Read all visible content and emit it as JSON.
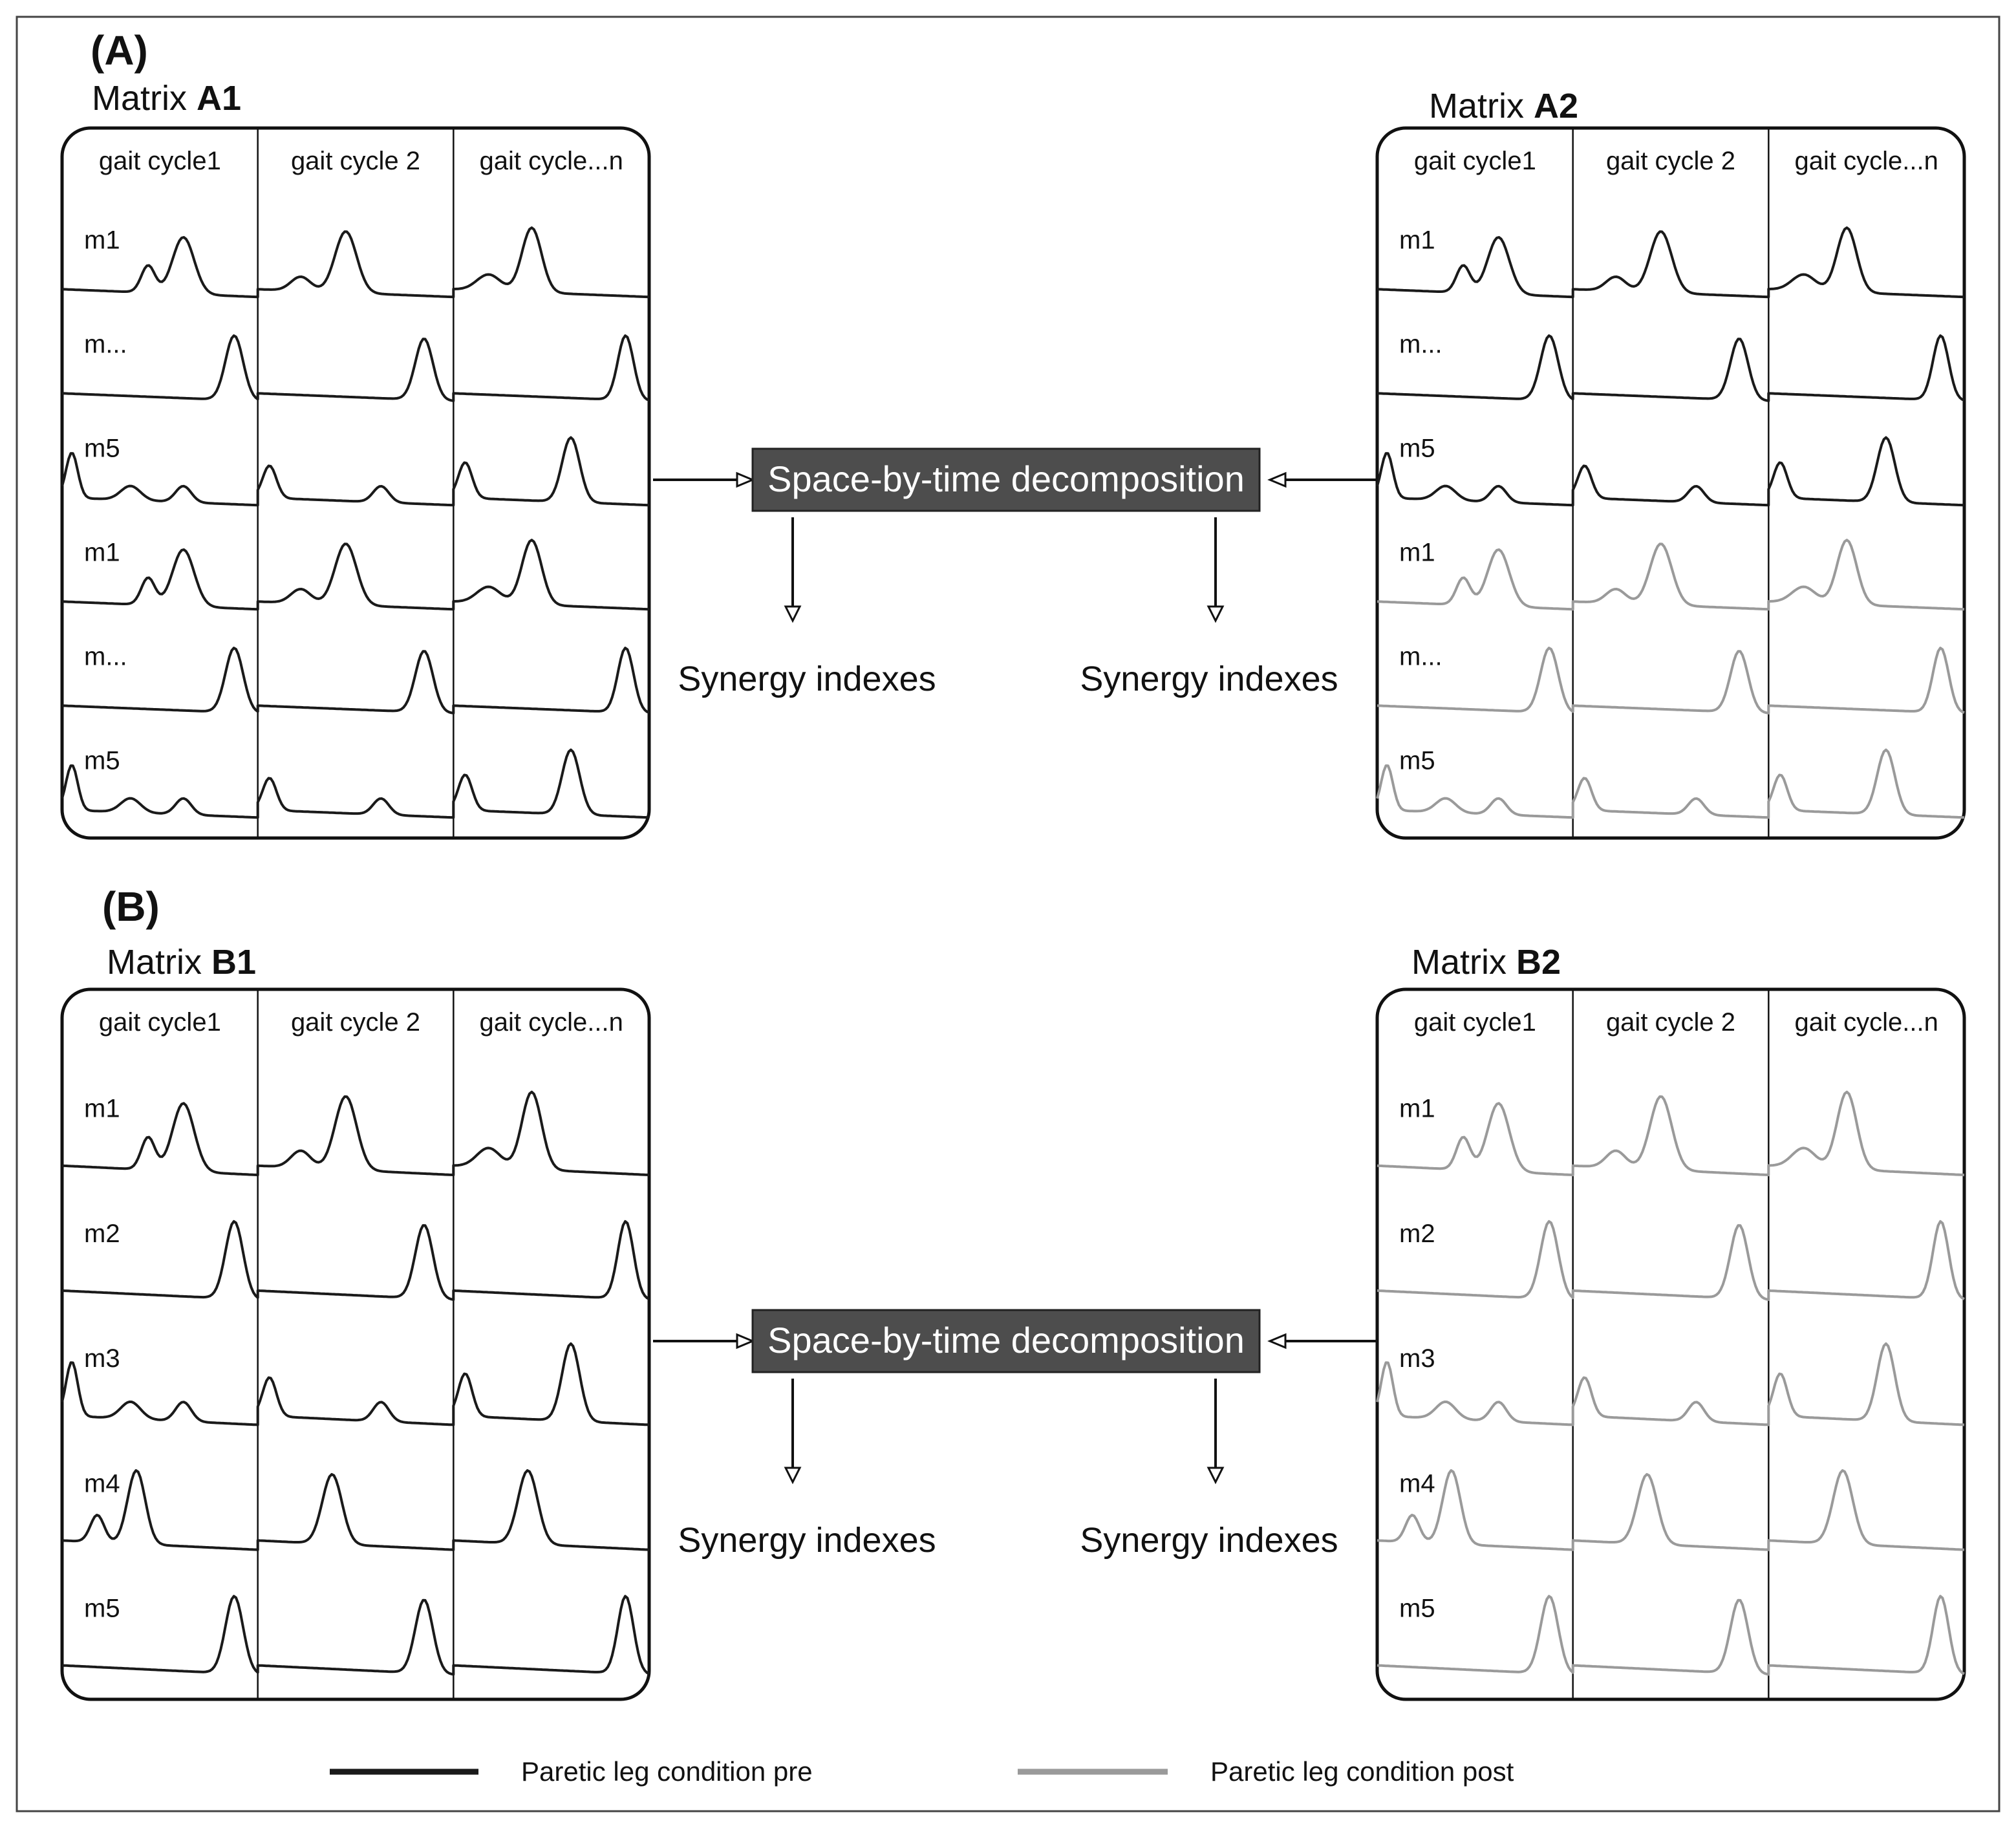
{
  "colors": {
    "pre": "#1a1a1a",
    "post": "#9a9a9a",
    "box": "#4d4d4d",
    "box_text": "#ffffff"
  },
  "panels": [
    {
      "letter": "(A)",
      "decomposition_label": "Space-by-time decomposition",
      "result_left": "Synergy indexes",
      "result_right": "Synergy indexes",
      "matrices": [
        {
          "title_prefix": "Matrix ",
          "title_bold": "A1",
          "columns": [
            "gait cycle1",
            "gait cycle 2",
            "gait cycle...n"
          ],
          "rows": [
            {
              "label": "m1",
              "shape": "m1",
              "condition": "pre"
            },
            {
              "label": "m...",
              "shape": "mx",
              "condition": "pre"
            },
            {
              "label": "m5",
              "shape": "m5",
              "condition": "pre"
            },
            {
              "label": "m1",
              "shape": "m1",
              "condition": "pre"
            },
            {
              "label": "m...",
              "shape": "mx",
              "condition": "pre"
            },
            {
              "label": "m5",
              "shape": "m5",
              "condition": "pre"
            }
          ]
        },
        {
          "title_prefix": "Matrix ",
          "title_bold": "A2",
          "columns": [
            "gait cycle1",
            "gait cycle 2",
            "gait cycle...n"
          ],
          "rows": [
            {
              "label": "m1",
              "shape": "m1",
              "condition": "pre"
            },
            {
              "label": "m...",
              "shape": "mx",
              "condition": "pre"
            },
            {
              "label": "m5",
              "shape": "m5",
              "condition": "pre"
            },
            {
              "label": "m1",
              "shape": "m1",
              "condition": "post"
            },
            {
              "label": "m...",
              "shape": "mx",
              "condition": "post"
            },
            {
              "label": "m5",
              "shape": "m5",
              "condition": "post"
            }
          ]
        }
      ]
    },
    {
      "letter": "(B)",
      "decomposition_label": "Space-by-time decomposition",
      "result_left": "Synergy indexes",
      "result_right": "Synergy indexes",
      "matrices": [
        {
          "title_prefix": "Matrix ",
          "title_bold": "B1",
          "columns": [
            "gait cycle1",
            "gait cycle 2",
            "gait cycle...n"
          ],
          "rows": [
            {
              "label": "m1",
              "shape": "m1",
              "condition": "pre"
            },
            {
              "label": "m2",
              "shape": "mx",
              "condition": "pre"
            },
            {
              "label": "m3",
              "shape": "m5",
              "condition": "pre"
            },
            {
              "label": "m4",
              "shape": "m4",
              "condition": "pre"
            },
            {
              "label": "m5",
              "shape": "mx",
              "condition": "pre"
            }
          ]
        },
        {
          "title_prefix": "Matrix ",
          "title_bold": "B2",
          "columns": [
            "gait cycle1",
            "gait cycle 2",
            "gait cycle...n"
          ],
          "rows": [
            {
              "label": "m1",
              "shape": "m1",
              "condition": "post"
            },
            {
              "label": "m2",
              "shape": "mx",
              "condition": "post"
            },
            {
              "label": "m3",
              "shape": "m5",
              "condition": "post"
            },
            {
              "label": "m4",
              "shape": "m4",
              "condition": "post"
            },
            {
              "label": "m5",
              "shape": "mx",
              "condition": "post"
            }
          ]
        }
      ]
    }
  ],
  "legend": [
    {
      "label": "Paretic leg condition pre",
      "condition": "pre"
    },
    {
      "label": "Paretic leg condition post",
      "condition": "post"
    }
  ]
}
